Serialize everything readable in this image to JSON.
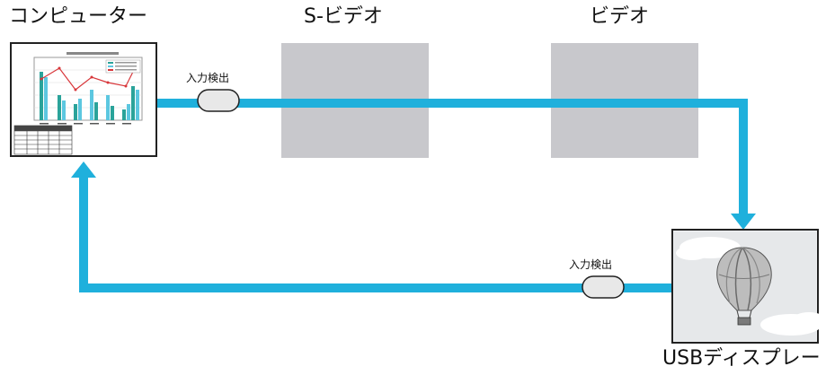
{
  "sources": {
    "computer": {
      "label": "コンピューター"
    },
    "svideo": {
      "label": "S-ビデオ"
    },
    "video": {
      "label": "ビデオ"
    },
    "usb": {
      "label": "USBディスプレー"
    }
  },
  "detection": {
    "top_label": "入力検出",
    "bottom_label": "入力検出"
  },
  "colors": {
    "flow": "#1fb0dc",
    "inactive_box": "#c8c8cc",
    "detector_fill": "#e8e8e8",
    "outline": "#222222"
  },
  "icons": {
    "computer": "presentation-chart-icon",
    "usb": "hot-air-balloon-icon"
  }
}
